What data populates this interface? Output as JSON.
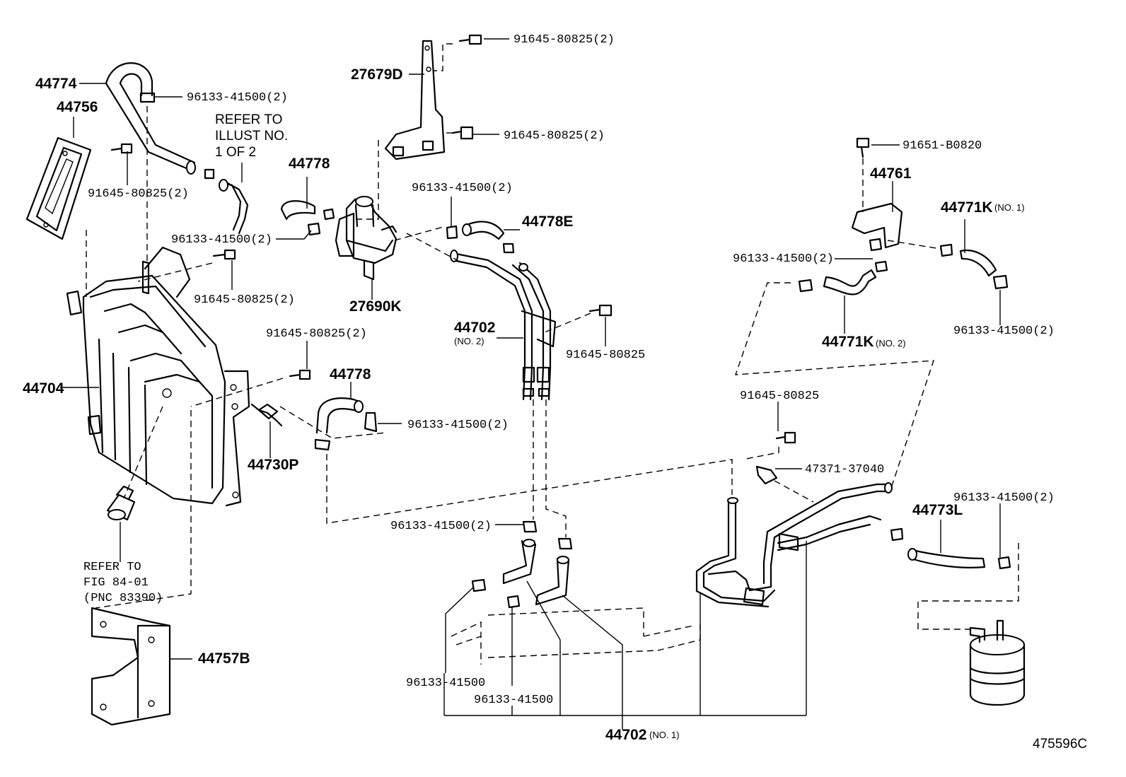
{
  "labels": {
    "p44774": "44774",
    "p44756": "44756",
    "p96133_top": "96133-41500(2)",
    "refer_illust_1": "REFER TO",
    "refer_illust_2": "ILLUST NO.",
    "refer_illust_3": "1 OF 2",
    "p91645_left": "91645-80825(2)",
    "p44778_a": "44778",
    "p96133_valve": "96133-41500(2)",
    "p27679D": "27679D",
    "p91645_top1": "91645-80825(2)",
    "p91645_top2": "91645-80825(2)",
    "p27690K": "27690K",
    "p96133_mid": "96133-41500(2)",
    "p44778E": "44778E",
    "p91645_tank": "91645-80825(2)",
    "p44702_no2": "44702",
    "p44702_no2_sub": "(NO. 2)",
    "p91645_single_a": "91645-80825",
    "p91645_mid2": "91645-80825(2)",
    "p44704": "44704",
    "p44778_b": "44778",
    "p96133_b": "96133-41500(2)",
    "p44730P": "44730P",
    "refer_fig_1": "REFER TO",
    "refer_fig_2": "FIG 84-01",
    "refer_fig_3": "(PNC 83390)",
    "p44757B": "44757B",
    "p91651": "91651-B0820",
    "p44761": "44761",
    "p44771K_no1": "44771K",
    "p44771K_no1_sub": "(NO. 1)",
    "p96133_right": "96133-41500(2)",
    "p44771K_no2": "44771K",
    "p44771K_no2_sub": "(NO. 2)",
    "p96133_right2": "96133-41500(2)",
    "p91645_single_b": "91645-80825",
    "p47371": "47371-37040",
    "p96133_far_right": "96133-41500(2)",
    "p44773L": "44773L",
    "p96133_lower": "96133-41500(2)",
    "p96133_single_a": "96133-41500",
    "p96133_single_b": "96133-41500",
    "p44702_no1": "44702",
    "p44702_no1_sub": "(NO. 1)",
    "diagram_id": "475596C"
  }
}
